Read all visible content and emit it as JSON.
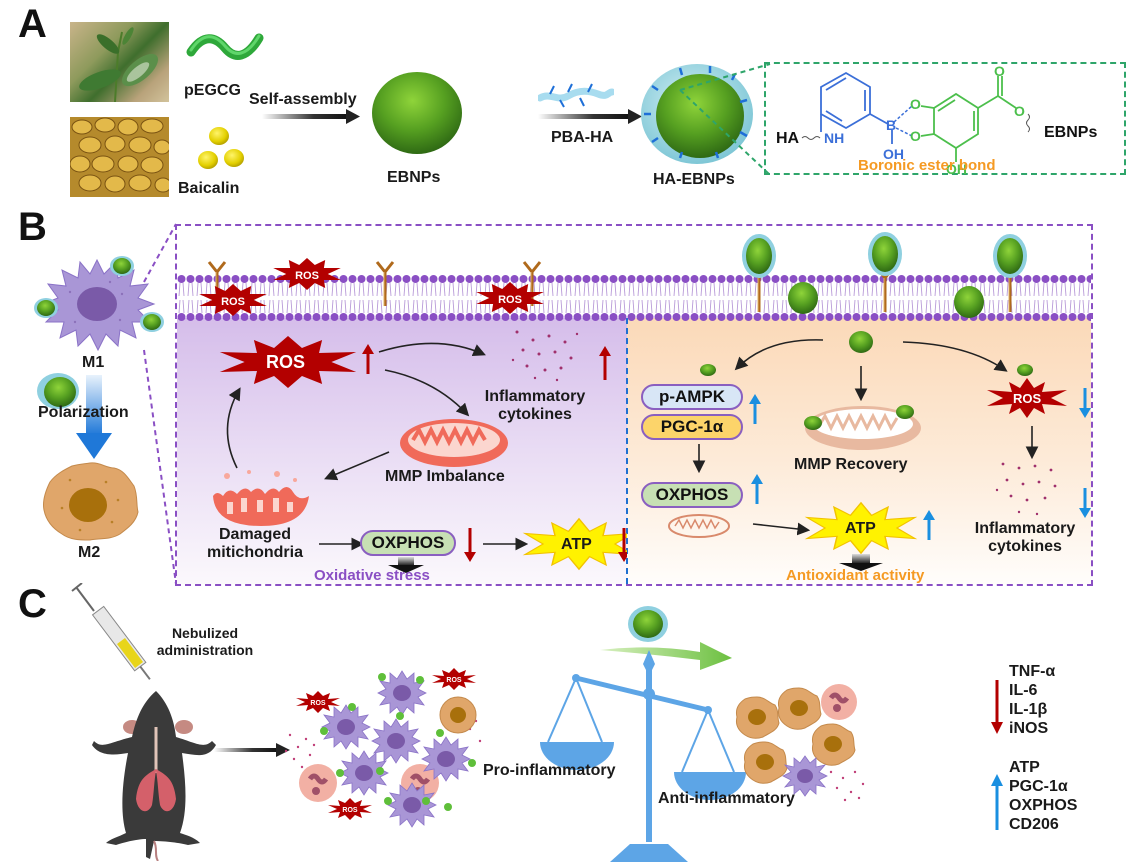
{
  "panels": {
    "a": {
      "letter": "A"
    },
    "b": {
      "letter": "B"
    },
    "c": {
      "letter": "C"
    }
  },
  "panel_a": {
    "pegcg_label": "pEGCG",
    "baicalin_label": "Baicalin",
    "self_assembly_label": "Self-assembly",
    "ebnps_label": "EBNPs",
    "pba_ha_label": "PBA-HA",
    "ha_ebnps_label": "HA-EBNPs",
    "chem": {
      "ha": "HA",
      "nh": "NH",
      "b": "B",
      "oh_boron": "OH",
      "o1": "O",
      "o2": "O",
      "o_carbonyl": "O",
      "o_ester": "O",
      "oh_ring": "OH",
      "ebnps": "EBNPs",
      "bond_label": "Boronic ester bond"
    }
  },
  "panel_b": {
    "m1_label": "M1",
    "polarization_label": "Polarization",
    "m2_label": "M2",
    "membrane_ros": [
      "ROS",
      "ROS",
      "ROS"
    ],
    "left": {
      "ros_label": "ROS",
      "inflammatory_label_1": "Inflammatory",
      "inflammatory_label_2": "cytokines",
      "mmp_label": "MMP Imbalance",
      "damaged_label_1": "Damaged",
      "damaged_label_2": "mitichondria",
      "oxphos_label": "OXPHOS",
      "atp_label": "ATP",
      "footer": "Oxidative stress"
    },
    "right": {
      "pampk_label": "p-AMPK",
      "pgc_label": "PGC-1α",
      "oxphos_label": "OXPHOS",
      "mmp_label": "MMP Recovery",
      "ros_label": "ROS",
      "atp_label": "ATP",
      "inflammatory_label_1": "Inflammatory",
      "inflammatory_label_2": "cytokines",
      "footer": "Antioxidant activity"
    }
  },
  "panel_c": {
    "nebulized_1": "Nebulized",
    "nebulized_2": "administration",
    "ros_labels": [
      "ROS",
      "ROS",
      "ROS"
    ],
    "pro_label": "Pro-inflammatory",
    "anti_label": "Anti-inflammatory",
    "down_markers": [
      "TNF-α",
      "IL-6",
      "IL-1β",
      "iNOS"
    ],
    "up_markers": [
      "ATP",
      "PGC-1α",
      "OXPHOS",
      "CD206"
    ]
  },
  "colors": {
    "ros_red": "#b30000",
    "up_blue": "#1a8fe0",
    "down_red": "#b30000",
    "purple_dash": "#8a4fc4",
    "green_dash": "#2ea56a",
    "orange_text": "#f59a23",
    "purple_text": "#8a4fc4",
    "boron_blue": "#3b6fd8",
    "chem_green": "#4cbf4c",
    "balance_blue": "#5da5e6"
  }
}
